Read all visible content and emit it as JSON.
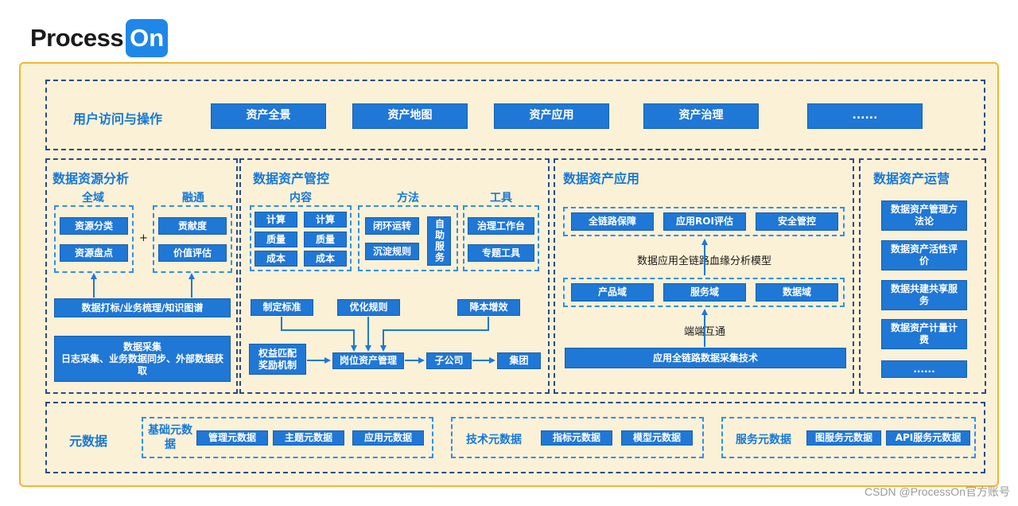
{
  "logo": {
    "text": "Process",
    "box": "On"
  },
  "user_access": {
    "title": "用户访问与操作",
    "buttons": [
      "资产全景",
      "资产地图",
      "资产应用",
      "资产治理",
      "......"
    ]
  },
  "analysis": {
    "title": "数据资源分析",
    "global_title": "全域",
    "global_items": [
      "资源分类",
      "资源盘点"
    ],
    "plus": "+",
    "fusion_title": "融通",
    "fusion_items": [
      "贡献度",
      "价值评估"
    ],
    "tagging": "数据打标/业务梳理/知识图谱",
    "collect_line1": "数据采集",
    "collect_line2": "日志采集、业务数据同步、外部数据获取"
  },
  "control": {
    "title": "数据资产管控",
    "content_title": "内容",
    "content_items": [
      "计算",
      "计算",
      "质量",
      "质量",
      "成本",
      "成本"
    ],
    "method_title": "方法",
    "method_items": [
      "闭环运转",
      "沉淀规则"
    ],
    "self_service": "自助服务",
    "tool_title": "工具",
    "tool_items": [
      "治理工作台",
      "专题工具"
    ],
    "flow": {
      "standard": "制定标准",
      "optimize": "优化规则",
      "cost_down": "降本增效",
      "incentive": "权益匹配奖励机制",
      "post_mgmt": "岗位资产管理",
      "subsidiary": "子公司",
      "group": "集团"
    }
  },
  "application": {
    "title": "数据资产应用",
    "top_items": [
      "全链路保障",
      "应用ROI评估",
      "安全管控"
    ],
    "model_label": "数据应用全链路血缘分析模型",
    "domains": [
      "产品域",
      "服务域",
      "数据域"
    ],
    "link_label": "端端互通",
    "tech": "应用全链路数据采集技术"
  },
  "operation": {
    "title": "数据资产运营",
    "items": [
      "数据资产管理方法论",
      "数据资产活性评价",
      "数据共建共享服务",
      "数据资产计量计费",
      "......"
    ]
  },
  "metadata": {
    "title": "元数据",
    "basic_title": "基础元数据",
    "basic_items": [
      "管理元数据",
      "主题元数据",
      "应用元数据"
    ],
    "tech_title": "技术元数据",
    "tech_items": [
      "指标元数据",
      "模型元数据"
    ],
    "service_title": "服务元数据",
    "service_items": [
      "图服务元数据",
      "API服务元数据"
    ]
  },
  "footer": "CSDN @ProcessOn官方账号",
  "colors": {
    "accent": "#1f77d6",
    "canvas": "#fbf1d6",
    "canvas_border": "#f1b631",
    "dash": "#2a4a8a"
  }
}
